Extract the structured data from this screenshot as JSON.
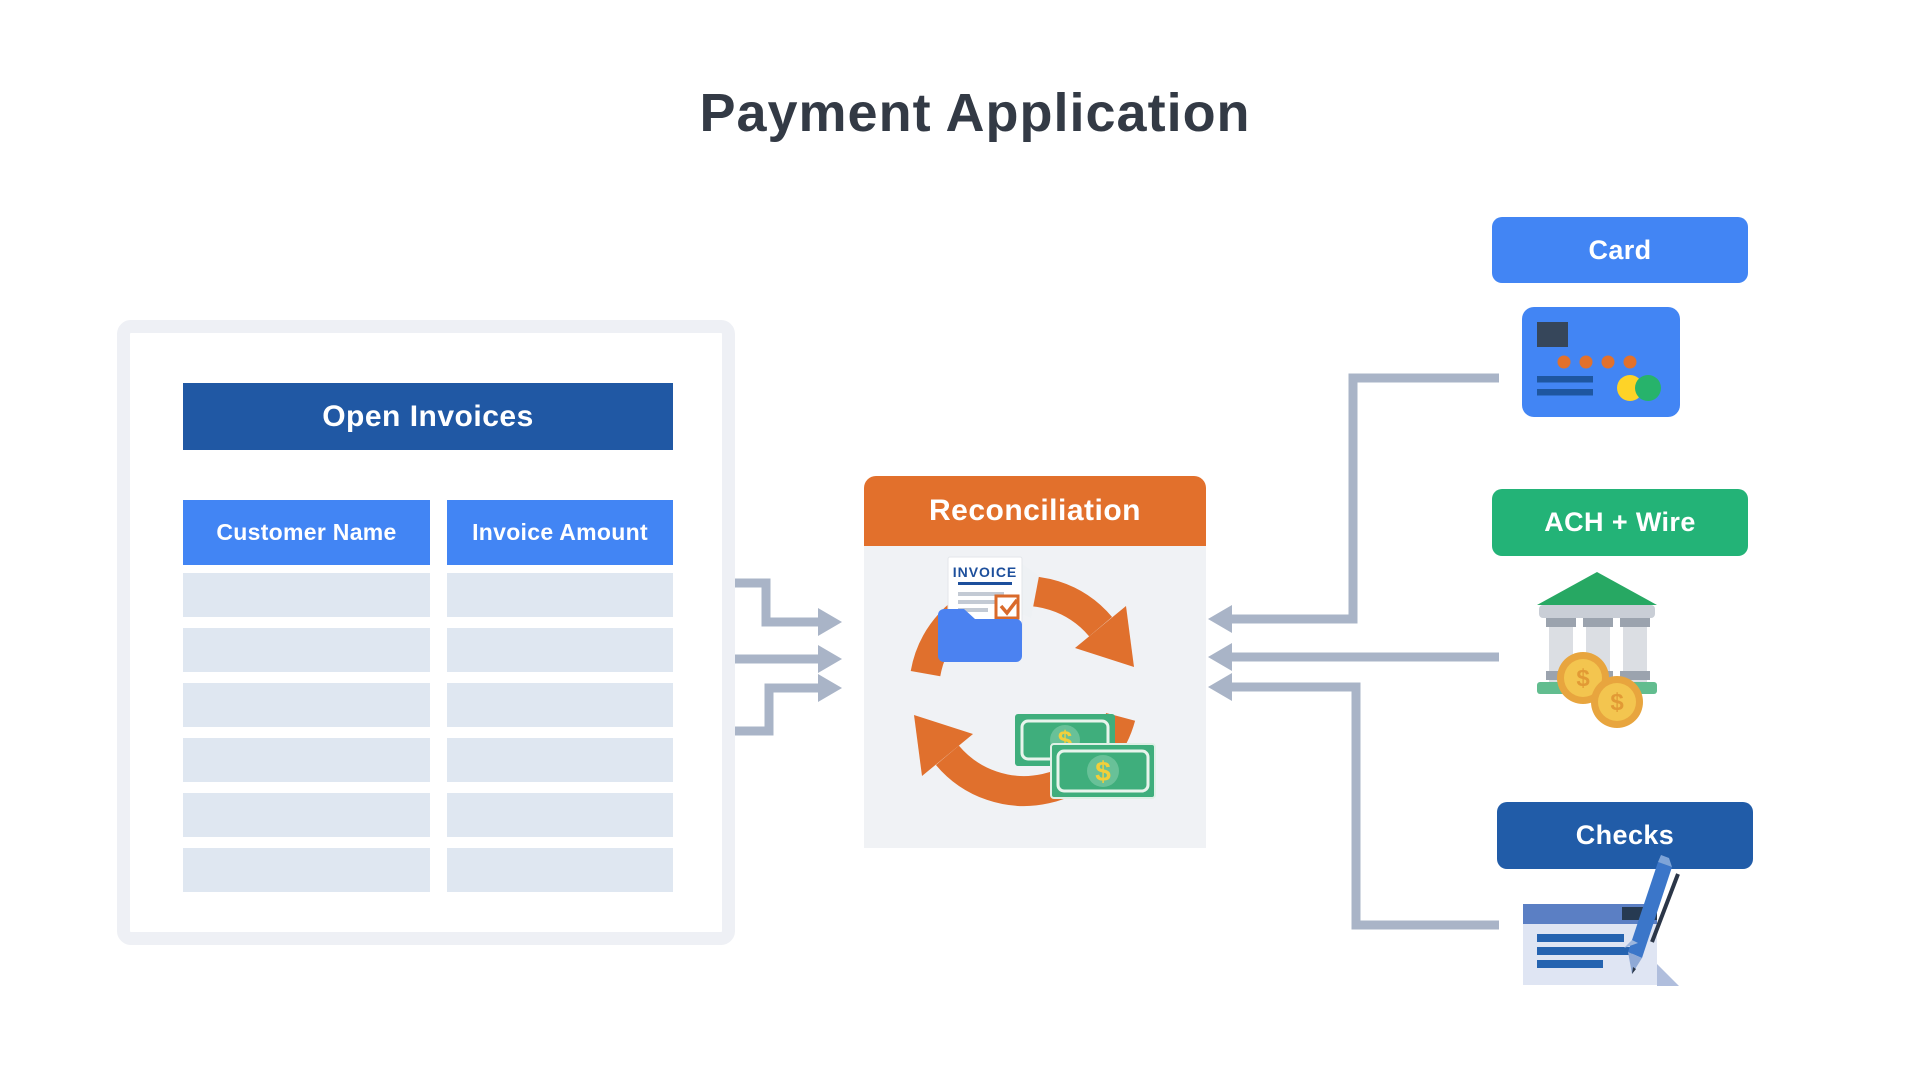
{
  "title": "Payment Application",
  "open_invoices": {
    "title": "Open Invoices",
    "columns": [
      "Customer Name",
      "Invoice Amount"
    ],
    "row_count": 6
  },
  "reconciliation": {
    "title": "Reconciliation",
    "invoice_doc_label": "INVOICE"
  },
  "payment_methods": [
    {
      "label": "Card",
      "color": "#4285f4",
      "icon": "credit-card-icon"
    },
    {
      "label": "ACH + Wire",
      "color": "#23b377",
      "icon": "bank-icon"
    },
    {
      "label": "Checks",
      "color": "#215ca8",
      "icon": "check-icon"
    }
  ],
  "symbols": {
    "dollar": "$"
  },
  "colors": {
    "title_text": "#333a45",
    "dark_blue": "#2058a4",
    "bright_blue": "#4285f4",
    "orange": "#e2702c",
    "green": "#23b377",
    "row_fill": "#dfe7f1",
    "panel_frame": "#eef0f5",
    "recon_body": "#f0f2f5",
    "connector": "#a9b4c7"
  }
}
